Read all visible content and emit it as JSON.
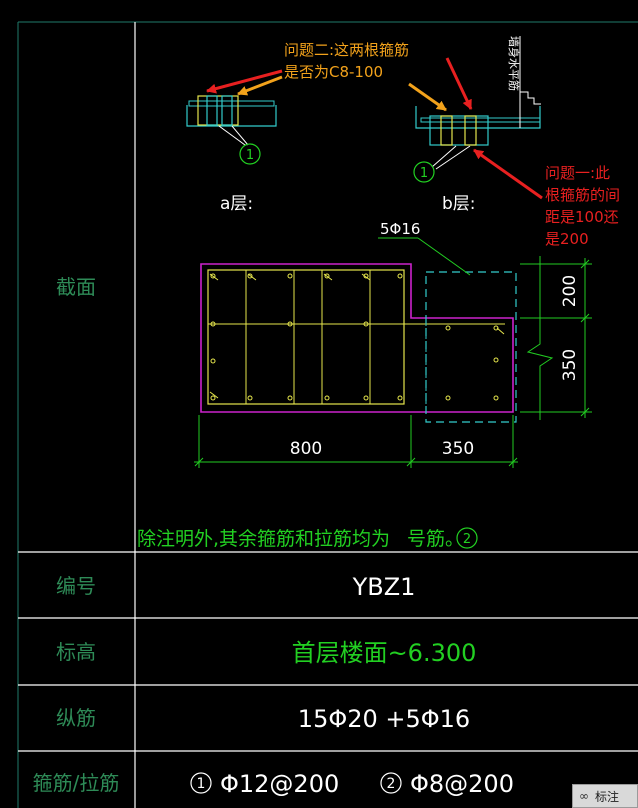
{
  "table": {
    "row_labels": {
      "section": "截面",
      "id": "编号",
      "elevation": "标高",
      "longitudinal": "纵筋",
      "stirrup": "箍筋/拉筋"
    },
    "values": {
      "id": "YBZ1",
      "elevation": "首层楼面~6.300",
      "longitudinal": "15Φ20 +5Φ16",
      "stirrup_1_mark": "1",
      "stirrup_1": "Φ12@200",
      "stirrup_2_mark": "2",
      "stirrup_2": "Φ8@200"
    }
  },
  "section": {
    "detail_a_label": "a层:",
    "detail_b_label": "b层:",
    "detail_a_mark": "1",
    "detail_b_mark": "1",
    "wall_rebar_label": "墙身水平筋",
    "rebar_callout": "5Φ16",
    "dim_bottom_left": "800",
    "dim_bottom_right": "350",
    "dim_right_top": "200",
    "dim_right_bottom": "350",
    "note_text": "除注明外,其余箍筋和拉筋均为",
    "note_suffix": "号筋。",
    "note_mark": "2"
  },
  "annotations": {
    "question_two_line1": "问题二:这两根箍筋",
    "question_two_line2": "是否为C8-100",
    "question_one_line1": "问题一:此",
    "question_one_line2": "根箍筋的间",
    "question_one_line3": "距是100还",
    "question_one_line4": "是200"
  },
  "badge": {
    "label": "标注",
    "icon": "binoculars-icon"
  },
  "colors": {
    "background": "#000000",
    "table_lines": "#ffffff",
    "grid_lines": "#1f7a6a",
    "label_text": "#2e8b57",
    "value_green": "#22d022",
    "value_white": "#ffffff",
    "column_outline": "#cc22cc",
    "rebar_yellow": "#e6e64d",
    "detail_cyan": "#33cccc",
    "dimension_green": "#22cc22",
    "annotation_orange": "#f2a21b",
    "annotation_red": "#e82020"
  }
}
